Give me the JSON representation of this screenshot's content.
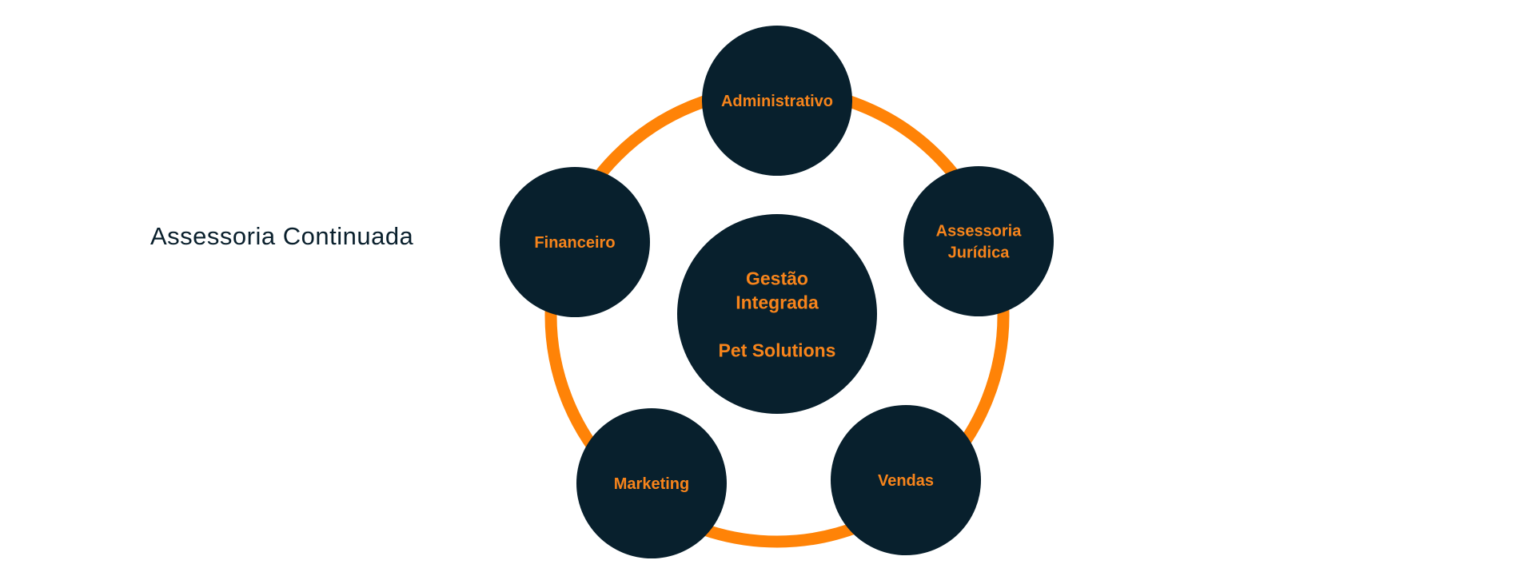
{
  "section_title": "Assessoria Continuada",
  "colors": {
    "ring": "#ff8307",
    "node_fill": "#08202d",
    "node_text": "#f7841b",
    "title_text": "#0a202d",
    "background": "#ffffff"
  },
  "center_node": {
    "lines": [
      "Gestão",
      "Integrada",
      "",
      "Pet Solutions"
    ]
  },
  "nodes": [
    {
      "name": "node-administrativo",
      "lines": [
        "Administrativo"
      ]
    },
    {
      "name": "node-assessoria-juridica",
      "lines": [
        "Assessoria",
        "Jurídica"
      ]
    },
    {
      "name": "node-vendas",
      "lines": [
        "Vendas"
      ]
    },
    {
      "name": "node-marketing",
      "lines": [
        "Marketing"
      ]
    },
    {
      "name": "node-financeiro",
      "lines": [
        "Financeiro"
      ]
    }
  ]
}
